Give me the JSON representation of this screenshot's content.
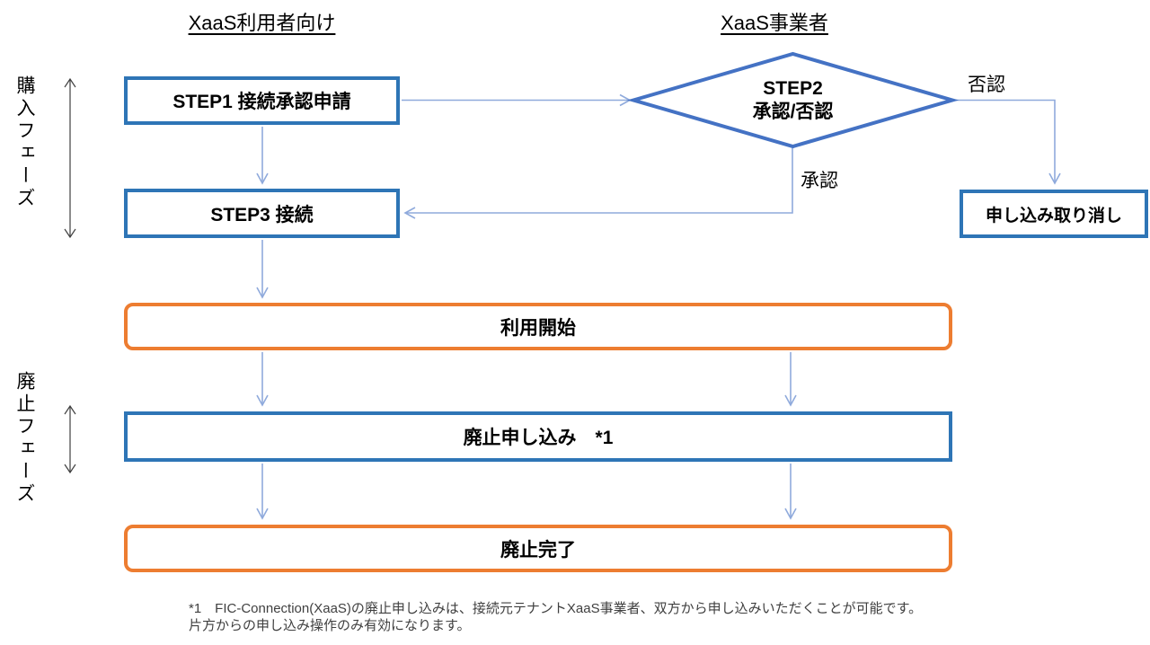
{
  "headers": {
    "left": "XaaS利用者向け",
    "right": "XaaS事業者"
  },
  "phases": [
    {
      "label": "購入フェーズ"
    },
    {
      "label": "廃止フェーズ"
    }
  ],
  "nodes": {
    "step1": "STEP1 接続承認申請",
    "step2_line1": "STEP2",
    "step2_line2": "承認/否認",
    "step3": "STEP3 接続",
    "cancel": "申し込み取り消し",
    "start_use": "利用開始",
    "discontinue_request": "廃止申し込み　*1",
    "discontinue_complete": "廃止完了"
  },
  "edge_labels": {
    "deny": "否認",
    "approve": "承認"
  },
  "footnote": {
    "line1": "*1　FIC-Connection(XaaS)の廃止申し込みは、接続元テナントXaaS事業者、双方から申し込みいただくことが可能です。",
    "line2": "片方からの申し込み操作のみ有効になります。"
  },
  "colors": {
    "process_box_border": "#2E75B6",
    "decision_border": "#4472C4",
    "milestone_border": "#ED7D31",
    "connector": "#8FAADC",
    "phase_arrow": "#404040",
    "text": "#000000",
    "footnote_text": "#3f3f3f"
  }
}
